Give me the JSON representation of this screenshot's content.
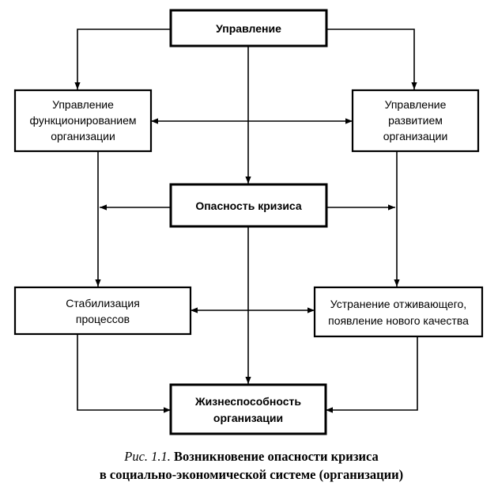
{
  "nodes": {
    "management": {
      "lines": [
        "Управление"
      ]
    },
    "functioning_management": {
      "lines": [
        "Управление",
        "функционированием",
        "организации"
      ]
    },
    "development_management": {
      "lines": [
        "Управление",
        "развитием",
        "организации"
      ]
    },
    "crisis_danger": {
      "lines": [
        "Опасность кризиса"
      ]
    },
    "stabilization": {
      "lines": [
        "Стабилизация",
        "процессов"
      ]
    },
    "renewal": {
      "lines": [
        "Устранение отживающего,",
        "появление нового качества"
      ]
    },
    "viability": {
      "lines": [
        "Жизнеспособность",
        "организации"
      ]
    }
  },
  "caption": {
    "figure_label": "Рис. 1.1.",
    "line1": "Возникновение опасности кризиса",
    "line2": "в социально-экономической системе (организации)"
  }
}
